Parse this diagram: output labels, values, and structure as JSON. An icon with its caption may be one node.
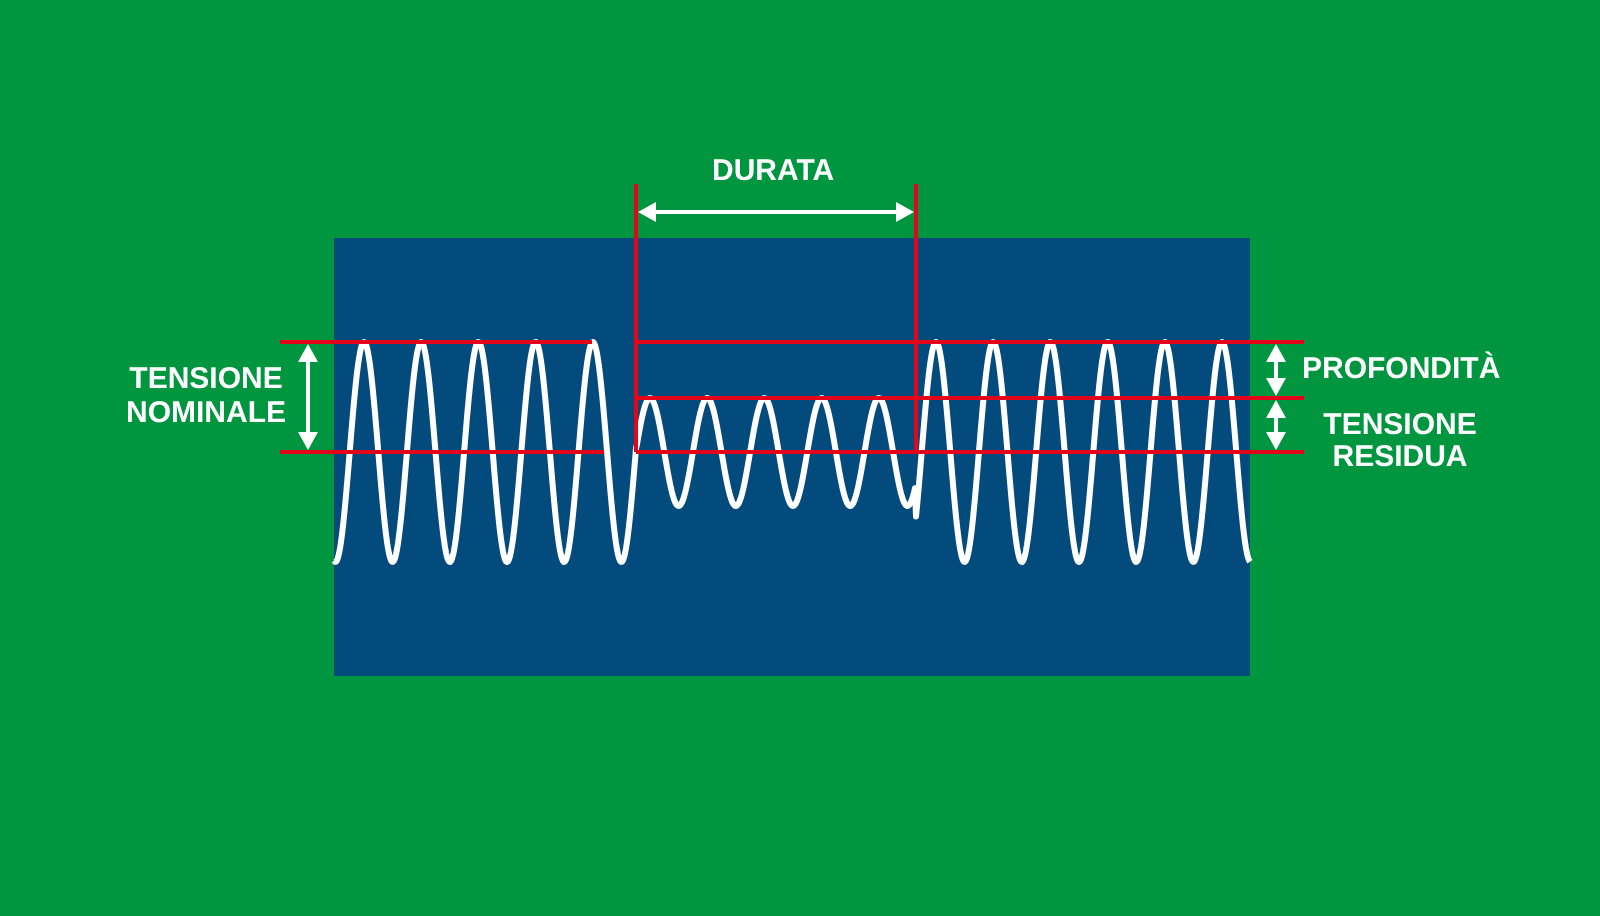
{
  "diagram": {
    "labels": [
      "DURATA",
      "TENSIONE NOMINALE",
      "PROFONDITÀ",
      "TENSIONE RESIDUA"
    ]
  }
}
